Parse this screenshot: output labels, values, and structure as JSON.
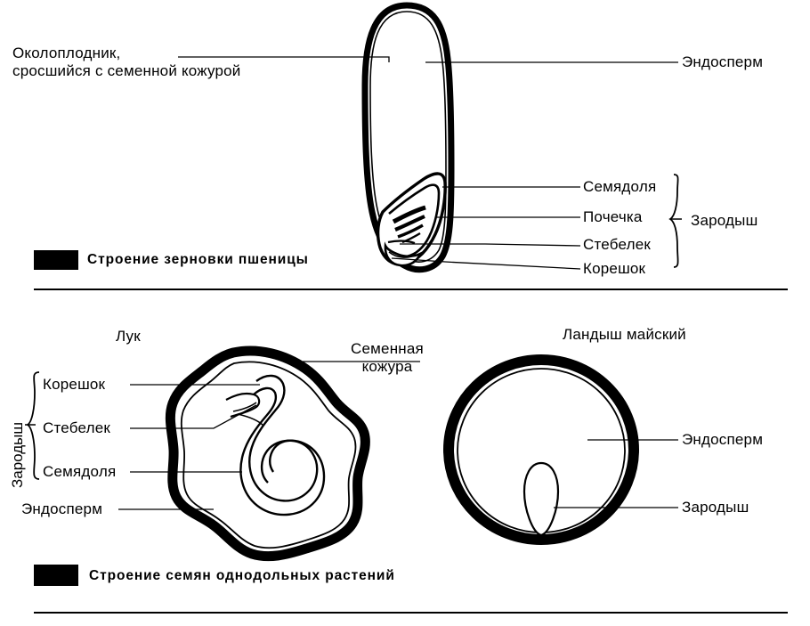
{
  "figure": {
    "panels": [
      {
        "id": "wheat-grain",
        "caption": "Строение зерновки пшеницы",
        "labels": {
          "pericarp": "Околоплодник,\nсросшийся с семенной кожурой",
          "endosperm": "Эндосперм",
          "cotyledon": "Семядоля",
          "plumule": "Почечка",
          "stem": "Стебелек",
          "radicle": "Корешок",
          "embryo_group": "Зародыш"
        }
      },
      {
        "id": "monocot-seeds",
        "caption": "Строение семян однодольных растений",
        "labels": {
          "onion_title": "Лук",
          "lily_title": "Ландыш майский",
          "seed_coat": "Семенная\nкожура",
          "embryo_group": "Зародыш",
          "radicle": "Корешок",
          "stem": "Стебелек",
          "cotyledon": "Семядоля",
          "endosperm_left": "Эндосперм",
          "endosperm_right": "Эндосперм",
          "embryo_right": "Зародыш"
        }
      }
    ],
    "colors": {
      "ink": "#000000",
      "paper": "#ffffff"
    }
  }
}
